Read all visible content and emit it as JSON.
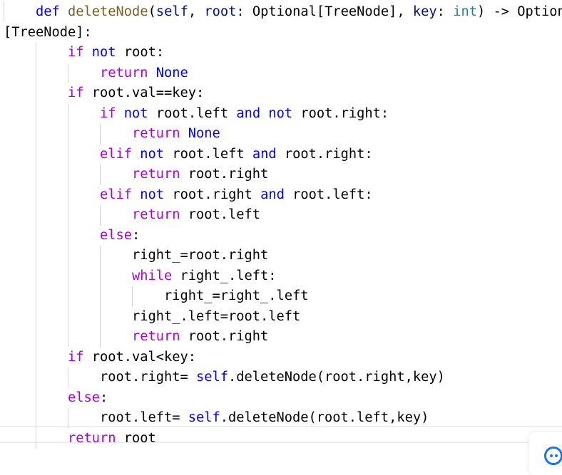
{
  "editor": {
    "lines": [
      {
        "indent": 4,
        "tokens": [
          [
            "def",
            "kw"
          ],
          [
            " ",
            "plain"
          ],
          [
            "deleteNode",
            "fn"
          ],
          [
            "(",
            "plain"
          ],
          [
            "self",
            "param"
          ],
          [
            ", ",
            "plain"
          ],
          [
            "root",
            "param"
          ],
          [
            ": Optional[TreeNode], ",
            "plain"
          ],
          [
            "key",
            "param"
          ],
          [
            ": ",
            "plain"
          ],
          [
            "int",
            "type"
          ],
          [
            ") -> Option",
            "plain"
          ]
        ]
      },
      {
        "indent": 0,
        "tokens": [
          [
            "[TreeNode]:",
            "plain"
          ]
        ]
      },
      {
        "indent": 8,
        "tokens": [
          [
            "if",
            "ctl"
          ],
          [
            " ",
            "plain"
          ],
          [
            "not",
            "kw"
          ],
          [
            " root:",
            "plain"
          ]
        ]
      },
      {
        "indent": 12,
        "tokens": [
          [
            "return",
            "ctl"
          ],
          [
            " ",
            "plain"
          ],
          [
            "None",
            "kw"
          ]
        ]
      },
      {
        "indent": 8,
        "tokens": [
          [
            "if",
            "ctl"
          ],
          [
            " root.val==key:",
            "plain"
          ]
        ]
      },
      {
        "indent": 12,
        "tokens": [
          [
            "if",
            "ctl"
          ],
          [
            " ",
            "plain"
          ],
          [
            "not",
            "kw"
          ],
          [
            " root.left ",
            "plain"
          ],
          [
            "and",
            "kw"
          ],
          [
            " ",
            "plain"
          ],
          [
            "not",
            "kw"
          ],
          [
            " root.right:",
            "plain"
          ]
        ]
      },
      {
        "indent": 16,
        "tokens": [
          [
            "return",
            "ctl"
          ],
          [
            " ",
            "plain"
          ],
          [
            "None",
            "kw"
          ]
        ]
      },
      {
        "indent": 12,
        "tokens": [
          [
            "elif",
            "ctl"
          ],
          [
            " ",
            "plain"
          ],
          [
            "not",
            "kw"
          ],
          [
            " root.left ",
            "plain"
          ],
          [
            "and",
            "kw"
          ],
          [
            " root.right:",
            "plain"
          ]
        ]
      },
      {
        "indent": 16,
        "tokens": [
          [
            "return",
            "ctl"
          ],
          [
            " root.right",
            "plain"
          ]
        ]
      },
      {
        "indent": 12,
        "tokens": [
          [
            "elif",
            "ctl"
          ],
          [
            " ",
            "plain"
          ],
          [
            "not",
            "kw"
          ],
          [
            " root.right ",
            "plain"
          ],
          [
            "and",
            "kw"
          ],
          [
            " root.left:",
            "plain"
          ]
        ]
      },
      {
        "indent": 16,
        "tokens": [
          [
            "return",
            "ctl"
          ],
          [
            " root.left",
            "plain"
          ]
        ]
      },
      {
        "indent": 12,
        "tokens": [
          [
            "else",
            "ctl"
          ],
          [
            ":",
            "plain"
          ]
        ]
      },
      {
        "indent": 16,
        "tokens": [
          [
            "right_=root.right",
            "plain"
          ]
        ]
      },
      {
        "indent": 16,
        "tokens": [
          [
            "while",
            "ctl"
          ],
          [
            " right_.left:",
            "plain"
          ]
        ]
      },
      {
        "indent": 20,
        "tokens": [
          [
            "right_=right_.left",
            "plain"
          ]
        ]
      },
      {
        "indent": 16,
        "tokens": [
          [
            "right_.left=root.left",
            "plain"
          ]
        ]
      },
      {
        "indent": 16,
        "tokens": [
          [
            "return",
            "ctl"
          ],
          [
            " root.right",
            "plain"
          ]
        ]
      },
      {
        "indent": 8,
        "tokens": [
          [
            "if",
            "ctl"
          ],
          [
            " root.val<key:",
            "plain"
          ]
        ]
      },
      {
        "indent": 12,
        "tokens": [
          [
            "root.right= ",
            "plain"
          ],
          [
            "self",
            "kw"
          ],
          [
            ".deleteNode(root.right,key)",
            "plain"
          ]
        ]
      },
      {
        "indent": 8,
        "tokens": [
          [
            "else",
            "ctl"
          ],
          [
            ":",
            "plain"
          ]
        ]
      },
      {
        "indent": 12,
        "tokens": [
          [
            "root.left= ",
            "plain"
          ],
          [
            "self",
            "kw"
          ],
          [
            ".deleteNode(root.left,key)",
            "plain"
          ]
        ]
      },
      {
        "indent": 8,
        "tokens": [
          [
            "return",
            "ctl"
          ],
          [
            " root",
            "plain"
          ]
        ]
      }
    ]
  }
}
